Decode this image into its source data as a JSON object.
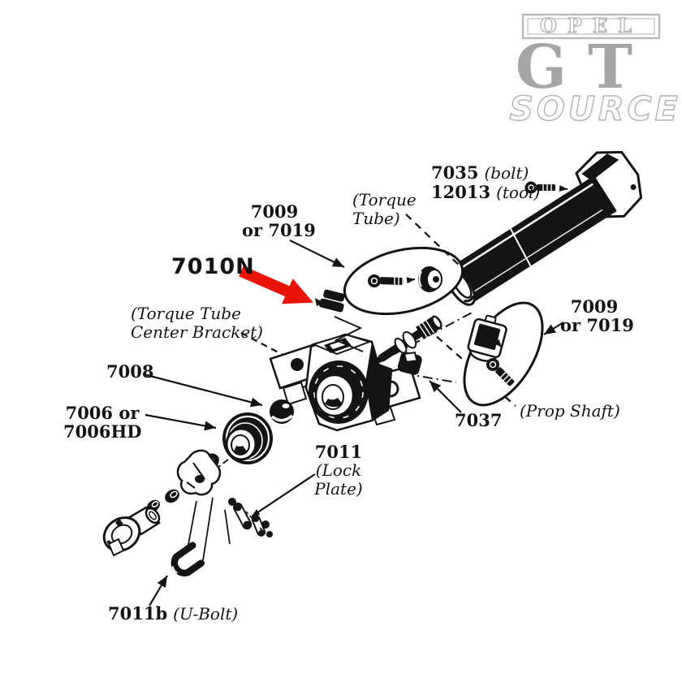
{
  "logo": {
    "opel": "OPEL",
    "gt": "GT",
    "source": "SOURCE"
  },
  "labels": {
    "bolt": {
      "num": "7035",
      "note": "(bolt)"
    },
    "tool": {
      "num": "12013",
      "note": "(tool)"
    },
    "torque_tube": {
      "line1": "(Torque",
      "line2": "Tube)"
    },
    "mount_top": {
      "line1": "7009",
      "line2": "or 7019"
    },
    "highlight_part": "7010N",
    "center_bracket": {
      "line1": "(Torque Tube",
      "line2": "Center Bracket)"
    },
    "bearing": "7008",
    "bushing": {
      "line1": "7006 or",
      "line2": "7006HD"
    },
    "lock_plate": {
      "num": "7011",
      "line1": "(Lock",
      "line2": "Plate)"
    },
    "bumper": "7037",
    "prop_shaft": "(Prop Shaft)",
    "mount_right": {
      "line1": "7009",
      "line2": "or 7019"
    },
    "u_bolt": {
      "num": "7011b",
      "note": "(U-Bolt)"
    }
  },
  "colors": {
    "highlight_arrow": "#e91408",
    "logo_gray": "#b2b2b2",
    "logo_gt_gray": "#a5a5a5",
    "ink": "#141414",
    "background": "#ffffff"
  }
}
